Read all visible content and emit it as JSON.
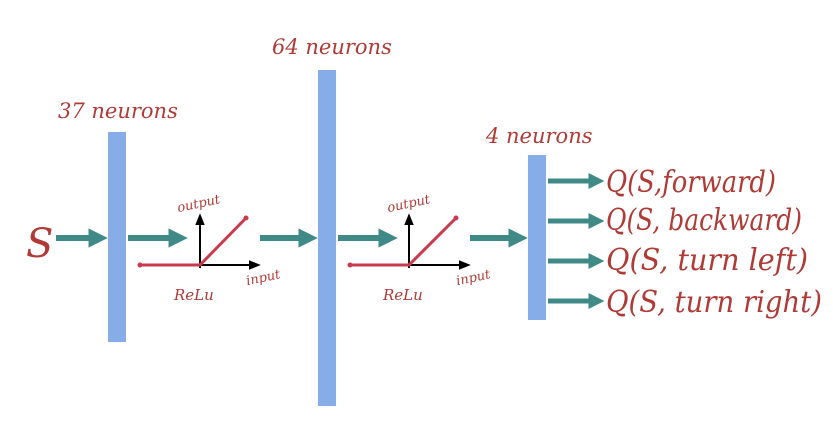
{
  "diagram": {
    "input_label": "S",
    "layers": [
      {
        "label": "37 neurons"
      },
      {
        "label": "64 neurons"
      },
      {
        "label": "4 neurons"
      }
    ],
    "activations": [
      {
        "name": "ReLu",
        "y_axis": "output",
        "x_axis": "input"
      },
      {
        "name": "ReLu",
        "y_axis": "output",
        "x_axis": "input"
      }
    ],
    "outputs": [
      "Q(S,forward)",
      "Q(S, backward)",
      "Q(S, turn left)",
      "Q(S, turn right)"
    ],
    "colors": {
      "layer": "#86ADE8",
      "arrow": "#3F8A87",
      "annotation": "#B03A36",
      "relu": "#C93A4E",
      "axis": "#000000"
    }
  }
}
